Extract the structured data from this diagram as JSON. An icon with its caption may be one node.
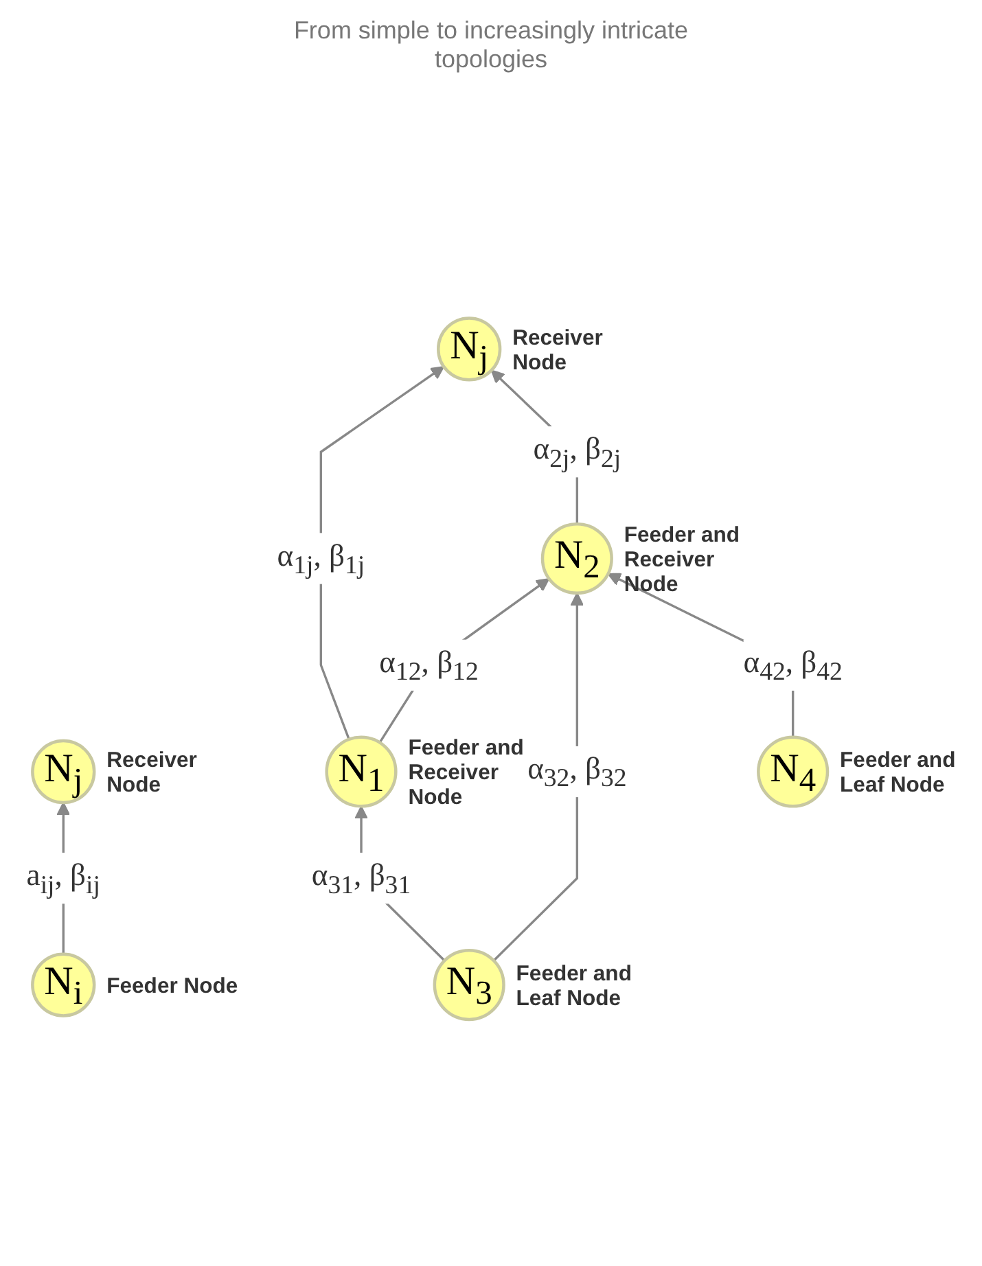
{
  "diagram": {
    "nodes": [
      {
        "text": [
          "N$_{j}$"
        ],
        "beside": [
          "Receiver Node"
        ]
      },
      {
        "text": [
          "N$_{i}$"
        ],
        "beside": [
          "Feeder Node"
        ]
      },
      {
        "text": [
          "N$_{j}$"
        ],
        "beside": [
          "Receiver Node"
        ]
      },
      {
        "text": [
          "N$_{1}$"
        ],
        "beside": [
          "Feeder and Receiver Node"
        ]
      },
      {
        "text": [
          "N$_{2}$"
        ],
        "beside": [
          "Feeder and Receiver Node"
        ]
      },
      {
        "text": [
          "N$_{3}$"
        ],
        "beside": [
          "Feeder and Leaf Node"
        ]
      },
      {
        "text": [
          "N$_{4}$"
        ],
        "beside": [
          "Feeder and Leaf Node"
        ]
      }
    ],
    "edges": [
      {
        "from": 1,
        "to": 0,
        "arrow": "to",
        "label": "a$_{ij}$, β$_{ij}$"
      },
      {
        "from": 3,
        "to": 2,
        "arrow": "to",
        "label": "α$_{1j}$, β$_{1j}$"
      },
      {
        "from": 4,
        "to": 2,
        "arrow": "to",
        "label": "α$_{2j}$, β$_{2j}$"
      },
      {
        "from": 3,
        "to": 4,
        "arrow": "to",
        "label": "α$_{12}$, β$_{12}$"
      },
      {
        "from": 5,
        "to": 3,
        "arrow": "to",
        "label": "α$_{31}$, β$_{31}$"
      },
      {
        "from": 5,
        "to": 4,
        "arrow": "to",
        "label": "α$_{32}$, β$_{32}$"
      },
      {
        "from": 6,
        "to": 4,
        "arrow": "to",
        "label": "α$_{42}$, β$_{42}$"
      }
    ],
    "labels": [
      "From simple to increasingly intricate topologies"
    ]
  }
}
